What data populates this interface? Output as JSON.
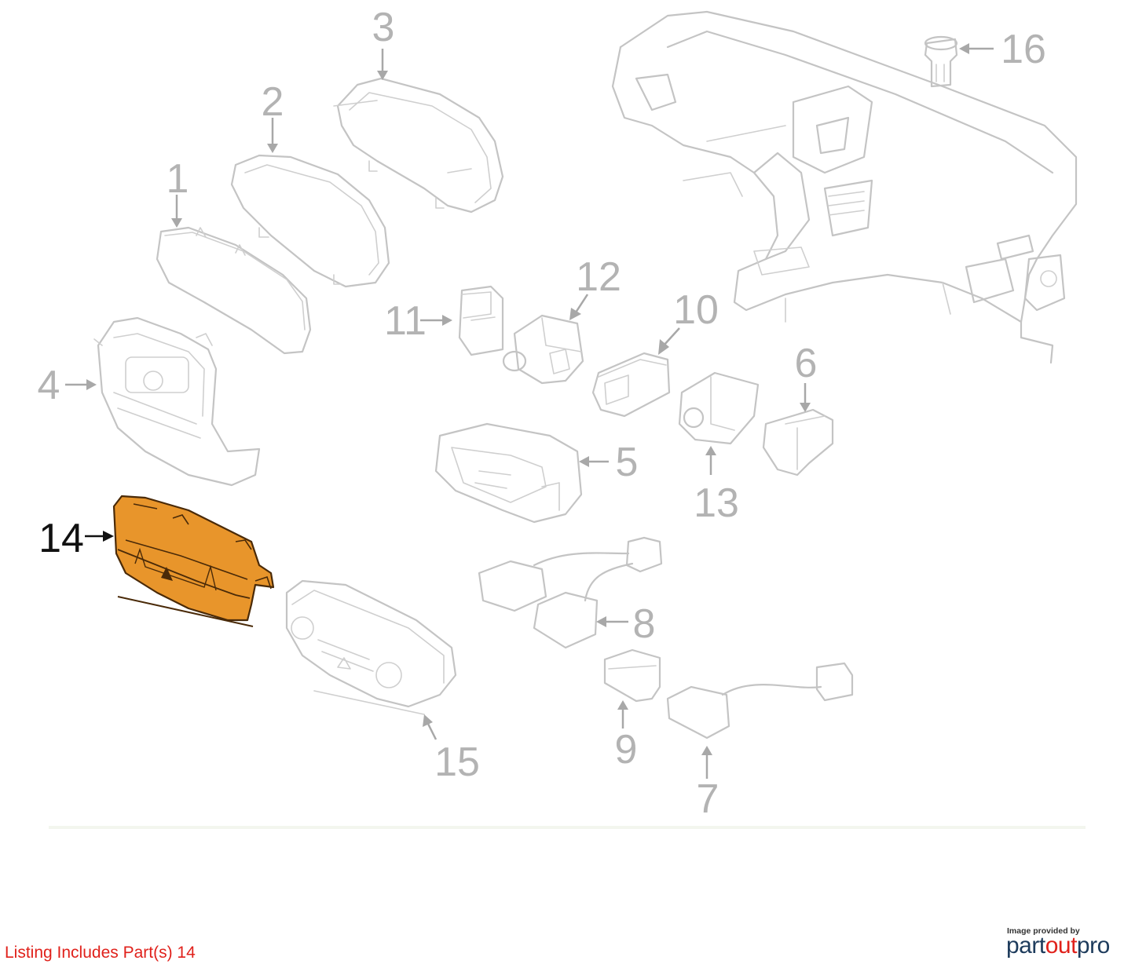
{
  "callouts": {
    "p1": "1",
    "p2": "2",
    "p3": "3",
    "p4": "4",
    "p5": "5",
    "p6": "6",
    "p7": "7",
    "p8": "8",
    "p9": "9",
    "p10": "10",
    "p11": "11",
    "p12": "12",
    "p13": "13",
    "p14": "14",
    "p15": "15",
    "p16": "16"
  },
  "highlighted_part": "14",
  "colors": {
    "highlight_fill": "#e8952b",
    "line_art": "#c4c4c4",
    "listing_text": "#e0211b",
    "logo_dark": "#1d3b5c",
    "logo_accent": "#e0211b"
  },
  "footer": {
    "listing": "Listing Includes Part(s) 14",
    "credit_caption": "Image provided by",
    "logo_part": "part",
    "logo_out": "out",
    "logo_pro": "pro"
  }
}
